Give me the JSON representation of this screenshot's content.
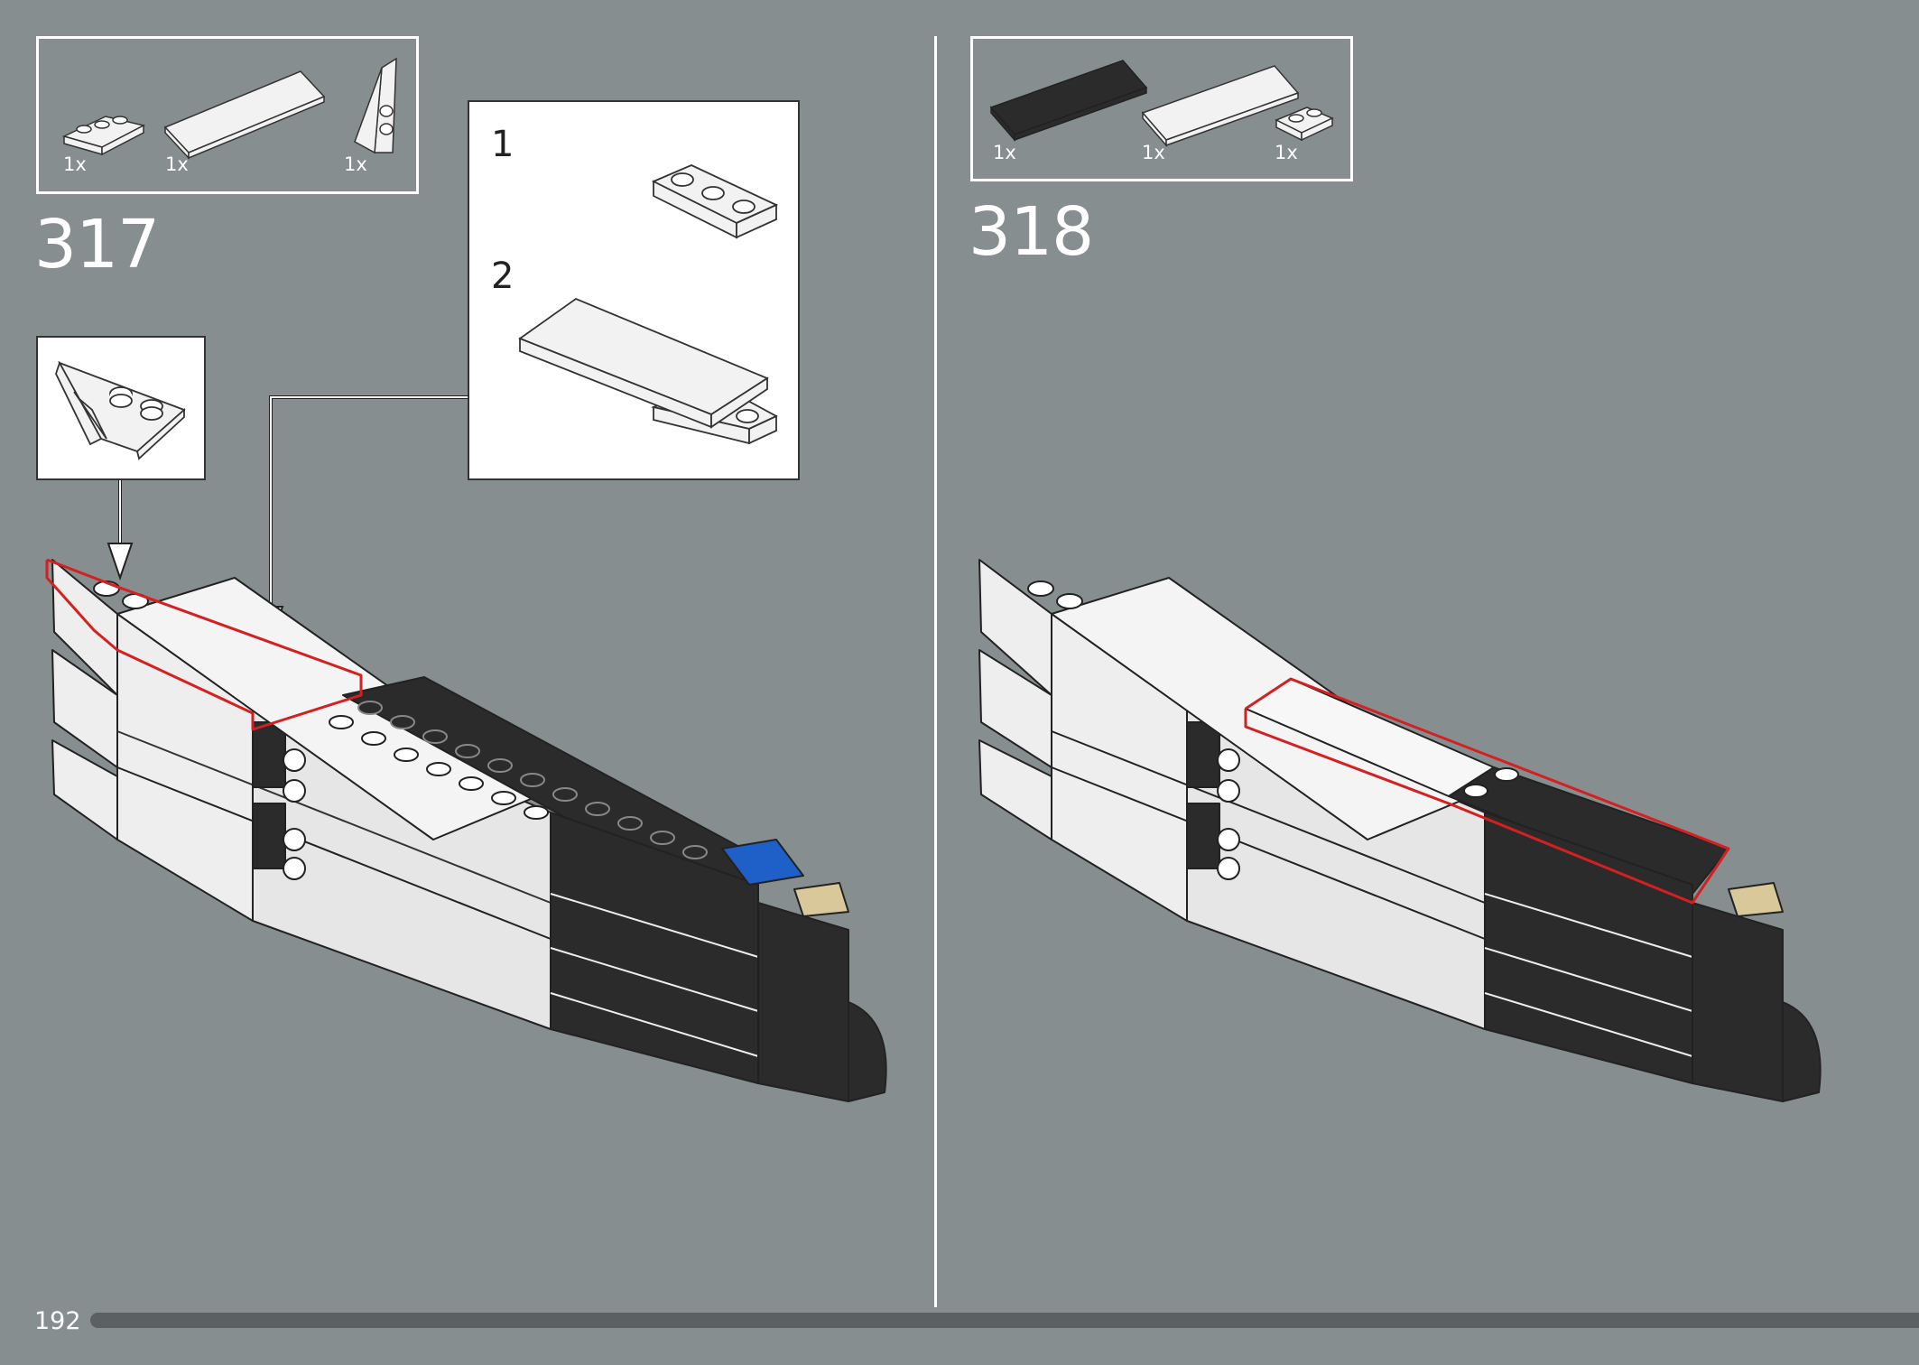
{
  "page": {
    "number": "192",
    "background": "#878e90"
  },
  "step_317": {
    "number": "317",
    "parts": [
      {
        "name": "white-plate-1x3",
        "qty": "1x"
      },
      {
        "name": "white-tile-2x6",
        "qty": "1x"
      },
      {
        "name": "white-wedge-plate",
        "qty": "1x"
      }
    ],
    "callout_substeps": [
      {
        "number": "1"
      },
      {
        "number": "2"
      }
    ]
  },
  "step_318": {
    "number": "318",
    "parts": [
      {
        "name": "black-tile-2x6",
        "qty": "1x"
      },
      {
        "name": "white-tile-2x6",
        "qty": "1x"
      },
      {
        "name": "white-plate-1x2",
        "qty": "1x"
      }
    ]
  },
  "colors": {
    "highlight": "#d42020",
    "brick_white": "#f2f2f2",
    "brick_black": "#2b2b2b",
    "brick_blue": "#1f5fc8",
    "brick_tan": "#d9c99a"
  }
}
